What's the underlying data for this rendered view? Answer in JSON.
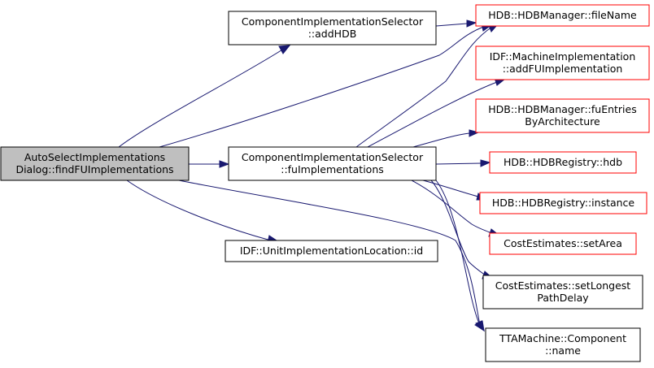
{
  "colors": {
    "edge": "#191970",
    "root_fill": "#bfbfbf",
    "node_fill": "#ffffff",
    "node_border": "#000000",
    "external_border": "#ff0000"
  },
  "nodes": [
    {
      "id": "root",
      "lines": [
        "AutoSelectImplementations",
        "Dialog::findFUImplementations"
      ],
      "kind": "root"
    },
    {
      "id": "addHDB",
      "lines": [
        "ComponentImplementationSelector",
        "::addHDB"
      ],
      "kind": "normal"
    },
    {
      "id": "fuImpl",
      "lines": [
        "ComponentImplementationSelector",
        "::fuImplementations"
      ],
      "kind": "normal"
    },
    {
      "id": "unitId",
      "lines": [
        "IDF::UnitImplementationLocation::id"
      ],
      "kind": "normal"
    },
    {
      "id": "fileName",
      "lines": [
        "HDB::HDBManager::fileName"
      ],
      "kind": "external"
    },
    {
      "id": "addFU",
      "lines": [
        "IDF::MachineImplementation",
        "::addFUImplementation"
      ],
      "kind": "external"
    },
    {
      "id": "fuEntries",
      "lines": [
        "HDB::HDBManager::fuEntries",
        "ByArchitecture"
      ],
      "kind": "external"
    },
    {
      "id": "hdb",
      "lines": [
        "HDB::HDBRegistry::hdb"
      ],
      "kind": "external"
    },
    {
      "id": "instance",
      "lines": [
        "HDB::HDBRegistry::instance"
      ],
      "kind": "external"
    },
    {
      "id": "setArea",
      "lines": [
        "CostEstimates::setArea"
      ],
      "kind": "external"
    },
    {
      "id": "setLongest",
      "lines": [
        "CostEstimates::setLongest",
        "PathDelay"
      ],
      "kind": "normal"
    },
    {
      "id": "compName",
      "lines": [
        "TTAMachine::Component",
        "::name"
      ],
      "kind": "normal"
    }
  ],
  "edges": [
    {
      "from": "root",
      "to": "addHDB"
    },
    {
      "from": "root",
      "to": "fuImpl"
    },
    {
      "from": "root",
      "to": "unitId"
    },
    {
      "from": "root",
      "to": "fileName"
    },
    {
      "from": "root",
      "to": "compName"
    },
    {
      "from": "addHDB",
      "to": "fileName"
    },
    {
      "from": "fuImpl",
      "to": "fileName"
    },
    {
      "from": "fuImpl",
      "to": "addFU"
    },
    {
      "from": "fuImpl",
      "to": "fuEntries"
    },
    {
      "from": "fuImpl",
      "to": "hdb"
    },
    {
      "from": "fuImpl",
      "to": "instance"
    },
    {
      "from": "fuImpl",
      "to": "setArea"
    },
    {
      "from": "fuImpl",
      "to": "setLongest"
    },
    {
      "from": "fuImpl",
      "to": "compName"
    }
  ]
}
